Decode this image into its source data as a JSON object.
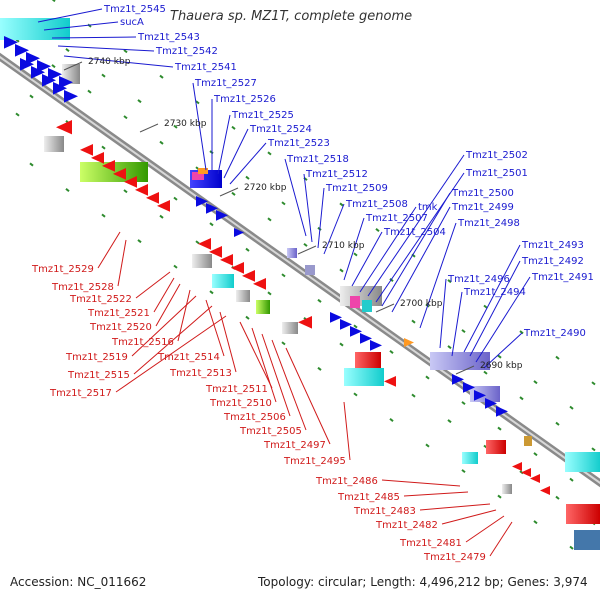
{
  "title": "Thauera sp. MZ1T, complete genome",
  "footer": {
    "accession": "Accession: NC_011662",
    "summary": "Topology: circular; Length: 4,496,212 bp; Genes: 3,974"
  },
  "colors": {
    "upper_labels": "#1a1ad0",
    "lower_labels": "#d01a1a",
    "backbone": "#8a8a8a",
    "tick": "#2e8b2e"
  },
  "kbp_markers": [
    "2740 kbp",
    "2730 kbp",
    "2720 kbp",
    "2710 kbp",
    "2700 kbp",
    "2690 kbp"
  ],
  "upper_genes": [
    "Tmz1t_2545",
    "sucA",
    "Tmz1t_2543",
    "Tmz1t_2542",
    "Tmz1t_2541",
    "Tmz1t_2527",
    "Tmz1t_2526",
    "Tmz1t_2525",
    "Tmz1t_2524",
    "Tmz1t_2523",
    "Tmz1t_2518",
    "Tmz1t_2512",
    "Tmz1t_2509",
    "Tmz1t_2508",
    "Tmz1t_2507",
    "Tmz1t_2504",
    "tmk",
    "Tmz1t_2502",
    "Tmz1t_2501",
    "Tmz1t_2500",
    "Tmz1t_2499",
    "Tmz1t_2498",
    "Tmz1t_2496",
    "Tmz1t_2494",
    "Tmz1t_2493",
    "Tmz1t_2492",
    "Tmz1t_2491",
    "Tmz1t_2490"
  ],
  "lower_genes": [
    "Tmz1t_2529",
    "Tmz1t_2528",
    "Tmz1t_2522",
    "Tmz1t_2521",
    "Tmz1t_2520",
    "Tmz1t_2516",
    "Tmz1t_2519",
    "Tmz1t_2514",
    "Tmz1t_2515",
    "Tmz1t_2513",
    "Tmz1t_2517",
    "Tmz1t_2511",
    "Tmz1t_2510",
    "Tmz1t_2506",
    "Tmz1t_2505",
    "Tmz1t_2497",
    "Tmz1t_2495",
    "Tmz1t_2486",
    "Tmz1t_2485",
    "Tmz1t_2483",
    "Tmz1t_2482",
    "Tmz1t_2481",
    "Tmz1t_2479"
  ]
}
